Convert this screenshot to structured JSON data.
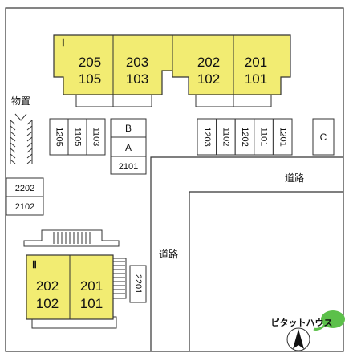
{
  "building_1": {
    "label": "Ⅰ",
    "units": [
      {
        "upper": "205",
        "lower": "105"
      },
      {
        "upper": "203",
        "lower": "103"
      },
      {
        "upper": "202",
        "lower": "102"
      },
      {
        "upper": "201",
        "lower": "101"
      }
    ]
  },
  "building_2": {
    "label": "Ⅱ",
    "units": [
      {
        "upper": "202",
        "lower": "102"
      },
      {
        "upper": "201",
        "lower": "101"
      }
    ]
  },
  "storage_label": "物置",
  "parking": {
    "left_group": [
      "1205",
      "1105",
      "1103"
    ],
    "middle": [
      "B",
      "A",
      "2101"
    ],
    "right_group": [
      "1203",
      "1102",
      "1202",
      "1101",
      "1201"
    ],
    "c_space": "C",
    "left_side": [
      "2202",
      "2102"
    ],
    "by_building_2": "2201"
  },
  "road_labels": {
    "east_west": "道路",
    "north_south": "道路"
  },
  "brand_text": "ピタットハウス",
  "colors": {
    "unit_fill": "#F2EC72",
    "line": "#333333"
  }
}
